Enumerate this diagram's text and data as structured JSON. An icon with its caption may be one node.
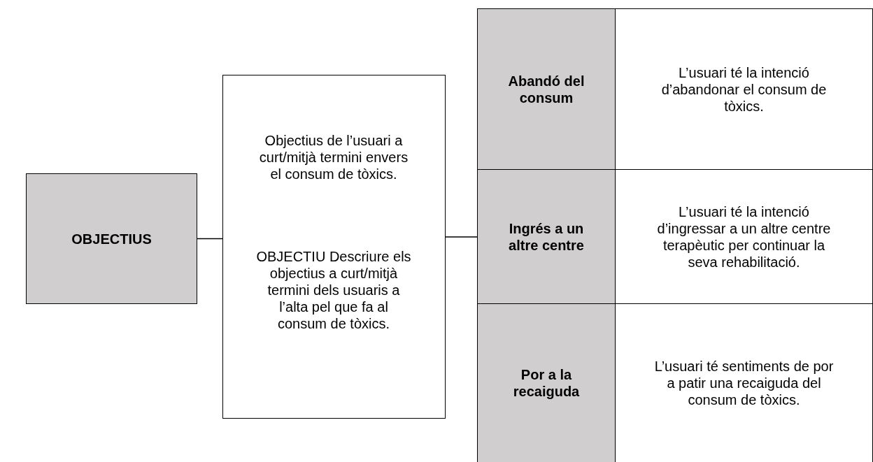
{
  "diagram": {
    "nodes": [
      {
        "text": [
          "OBJECTIUS"
        ]
      },
      {
        "text": [
          "Objectius de l’usuari a curt/mitjà termini envers el consum de tòxics.",
          "OBJECTIU Descriure els objectius a curt/mitjà termini dels usuaris a l’alta pel que fa al consum de tòxics."
        ]
      },
      {
        "text": [
          "Abandó del consum"
        ]
      },
      {
        "text": [
          "L’usuari té la intenció d’abandonar el consum de tòxics."
        ]
      },
      {
        "text": [
          "Ingrés a un altre centre"
        ]
      },
      {
        "text": [
          "L’usuari té la intenció d’ingressar a un altre centre terapèutic per continuar la seva rehabilitació."
        ]
      },
      {
        "text": [
          "Por a la recaiguda"
        ]
      },
      {
        "text": [
          "L’usuari té sentiments de por a patir una recaiguda del consum de tòxics."
        ]
      }
    ],
    "edges": [
      {
        "from": 0,
        "to": 1,
        "arrow": "none"
      },
      {
        "from": 1,
        "to": 4,
        "arrow": "none"
      }
    ]
  }
}
